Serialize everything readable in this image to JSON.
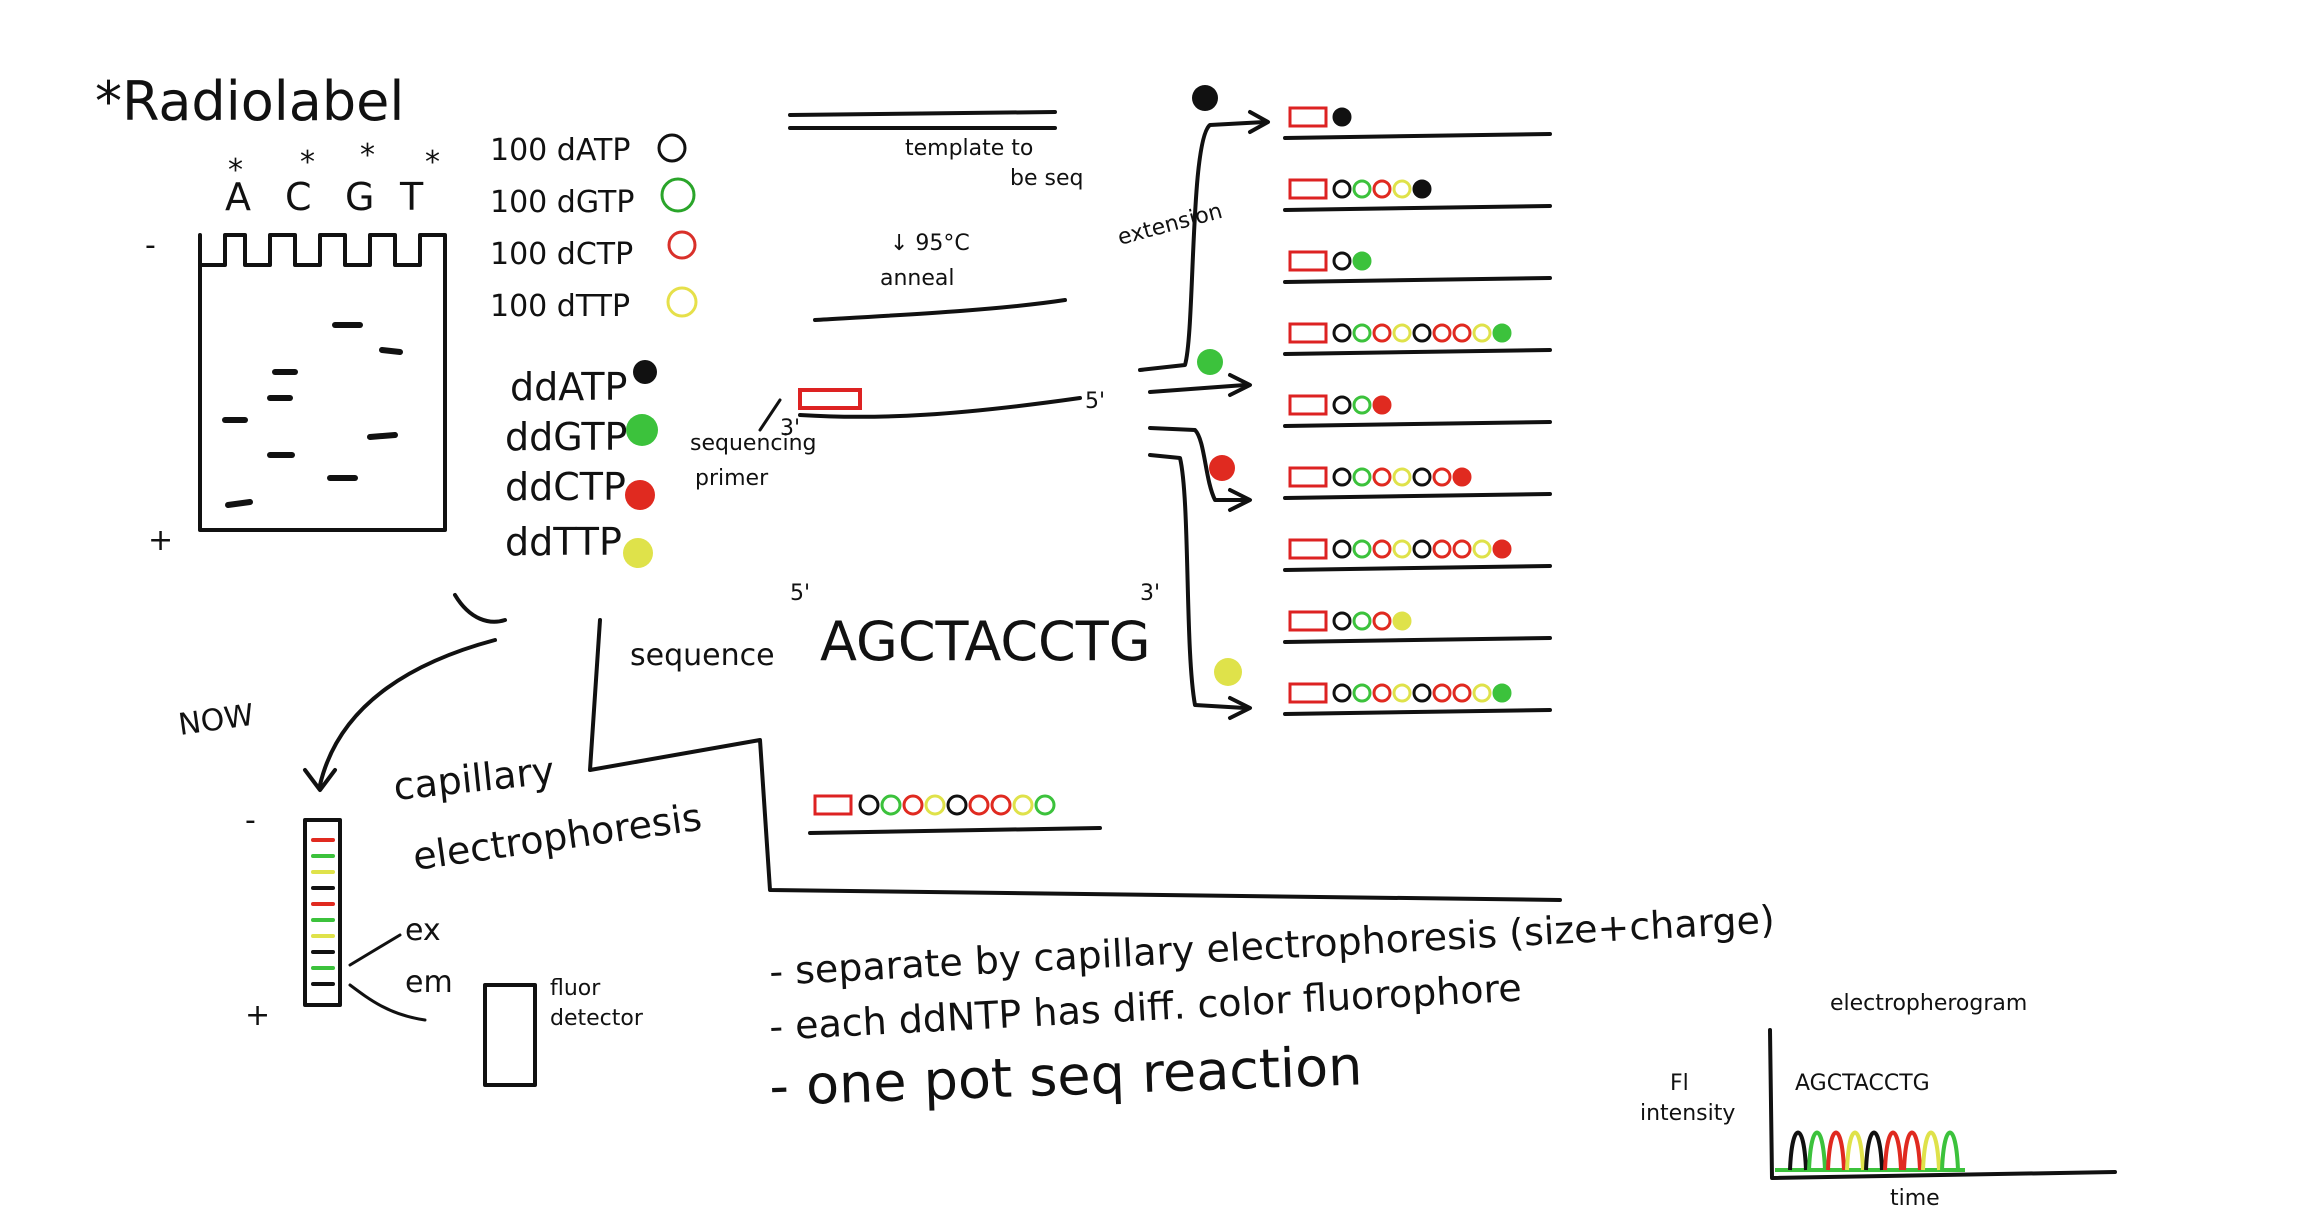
{
  "title": "*Radiolabel",
  "gel": {
    "lanes": [
      "A",
      "C",
      "G",
      "T"
    ],
    "lane_marks": [
      "*",
      "*",
      "*",
      "*"
    ],
    "minus": "-",
    "plus": "+"
  },
  "reagents": {
    "dntps": [
      {
        "label": "100 dATP",
        "color": "#111111"
      },
      {
        "label": "100 dGTP",
        "color": "#2aa52a"
      },
      {
        "label": "100 dCTP",
        "color": "#d9302a"
      },
      {
        "label": "100 dTTP",
        "color": "#e6e04a"
      }
    ],
    "ddntps": [
      {
        "label": "ddATP",
        "color": "#111111"
      },
      {
        "label": "ddGTP",
        "color": "#3cc23c"
      },
      {
        "label": "ddCTP",
        "color": "#e02a20"
      },
      {
        "label": "ddTTP",
        "color": "#dfe24a"
      }
    ]
  },
  "template": {
    "label_line1": "template to",
    "label_line2": "be seq",
    "step_temp": "↓ 95°C",
    "step_anneal": "anneal",
    "primer_label_line1": "sequencing",
    "primer_label_line2": "primer",
    "end_3": "3'",
    "end_5": "5'"
  },
  "sequence": {
    "label": "sequence",
    "five_prime": "5'",
    "value": "AGCTACCTG",
    "three_prime": "3'"
  },
  "extension_label": "extension",
  "fragments": {
    "colors": {
      "A": "#111111",
      "G": "#3cc23c",
      "C": "#e02a20",
      "T": "#dfe24a"
    },
    "rows": [
      "A",
      "AGCTA",
      "AG",
      "AGCTACCTG",
      "AGC",
      "AGCTACC",
      "AGCTACCTC",
      "AGCT",
      "AGCTACCTG"
    ],
    "bottom_row": "AGCTACCTG"
  },
  "ce": {
    "now": "NOW",
    "label_line1": "capillary",
    "label_line2": "electrophoresis",
    "ex": "ex",
    "em": "em",
    "detector_line1": "fluor",
    "detector_line2": "detector",
    "minus": "-",
    "plus": "+",
    "capillary_bands": [
      "#e02a20",
      "#3cc23c",
      "#dfe24a",
      "#111111",
      "#e02a20",
      "#3cc23c",
      "#dfe24a",
      "#111111",
      "#3cc23c",
      "#111111"
    ]
  },
  "notes": {
    "line1": "- separate by capillary electrophoresis (size+charge)",
    "line2": "- each ddNTP has diff. color fluorophore",
    "line3": "- one pot seq reaction"
  },
  "electropherogram": {
    "title": "electropherogram",
    "ylabel_line1": "Fl",
    "ylabel_line2": "intensity",
    "xlabel": "time",
    "sequence": "AGCTACCTG",
    "peak_colors": [
      "#111111",
      "#3cc23c",
      "#e02a20",
      "#dfe24a",
      "#111111",
      "#e02a20",
      "#e02a20",
      "#dfe24a",
      "#3cc23c"
    ]
  }
}
